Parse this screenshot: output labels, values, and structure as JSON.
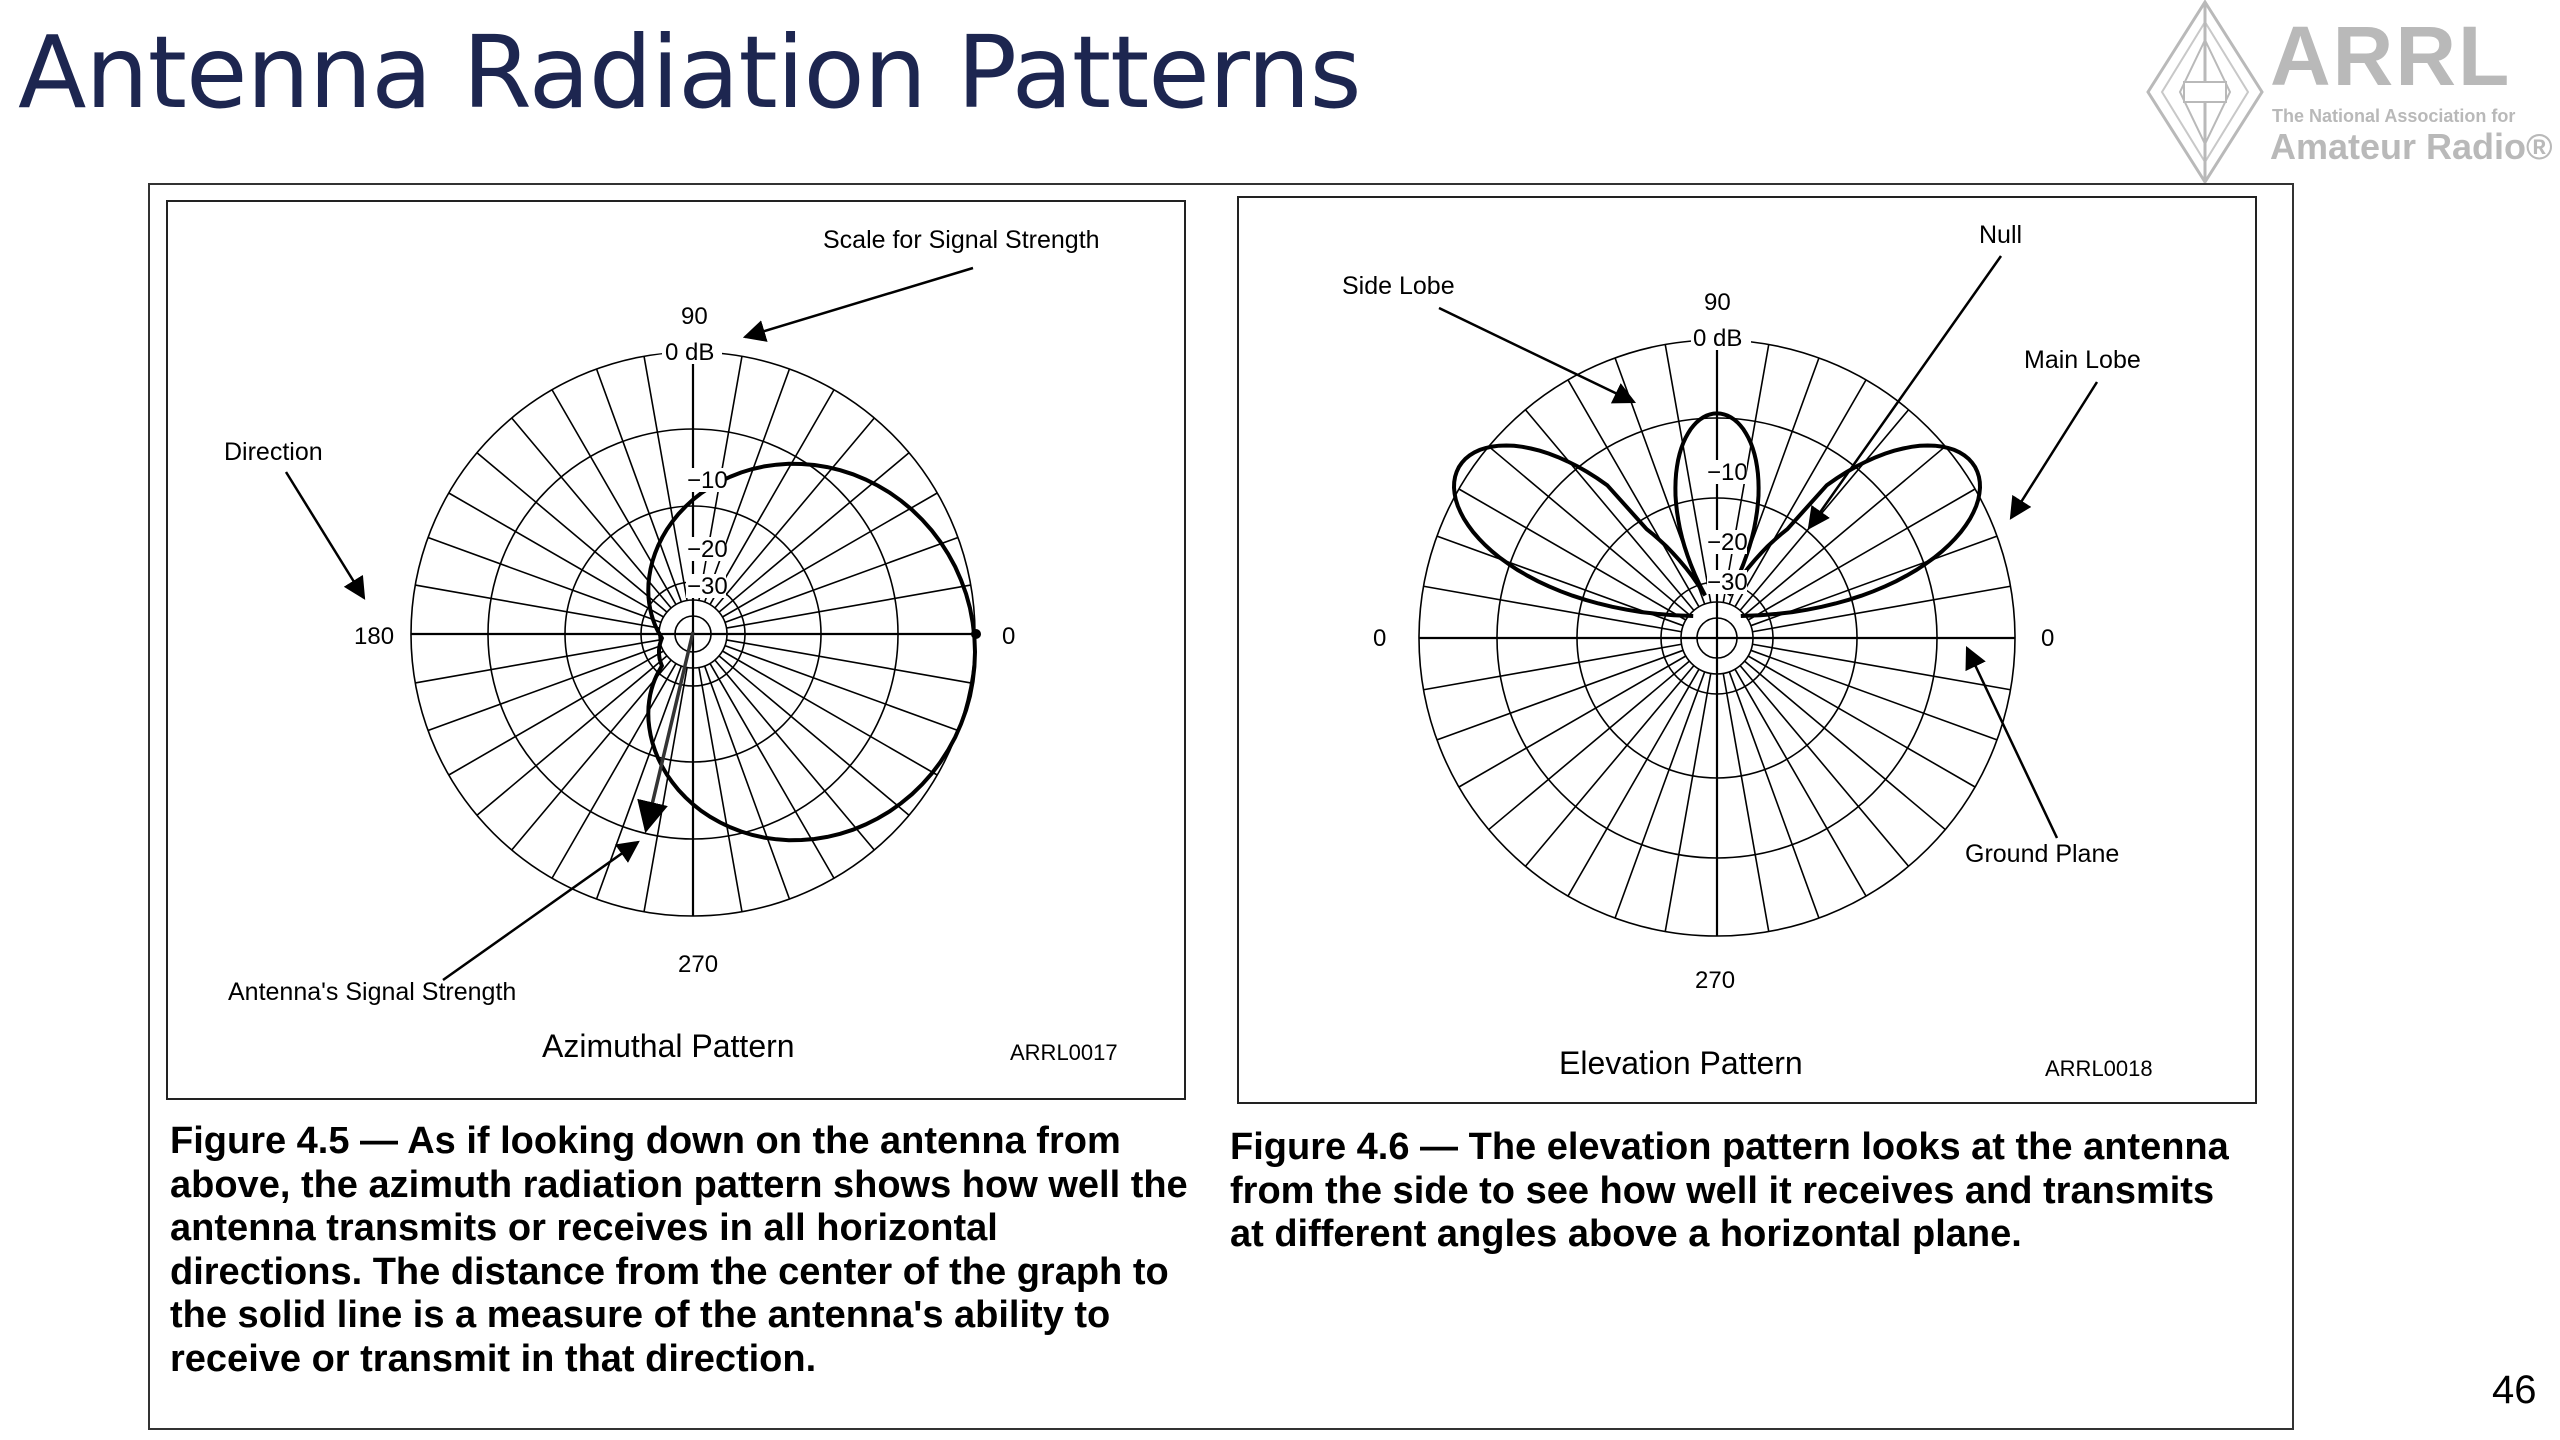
{
  "slide": {
    "title": "Antenna Radiation Patterns",
    "page_number": "46"
  },
  "logo": {
    "name": "ARRL",
    "tagline_line1": "The National Association for",
    "tagline_line2": "Amateur Radio®",
    "color": "#b9b9b9"
  },
  "figures": {
    "azimuthal": {
      "title": "Azimuthal Pattern",
      "code": "ARRL0017",
      "angle_labels": {
        "top": "90",
        "left": "180",
        "right": "0",
        "bottom": "270"
      },
      "db_labels": [
        "0 dB",
        "−10",
        "−20",
        "−30"
      ],
      "annotations": {
        "scale": "Scale for Signal Strength",
        "direction": "Direction",
        "signal": "Antenna's Signal Strength"
      },
      "caption": "Figure 4.5 — As if looking down on the antenna from above, the azimuth radiation pattern shows how well the antenna transmits or receives in all horizontal directions. The distance from the center of the graph to the solid line is a measure of the antenna's ability to receive or transmit in that direction."
    },
    "elevation": {
      "title": "Elevation Pattern",
      "code": "ARRL0018",
      "angle_labels": {
        "top": "90",
        "left": "0",
        "right": "0",
        "bottom": "270"
      },
      "db_labels": [
        "0 dB",
        "−10",
        "−20",
        "−30"
      ],
      "annotations": {
        "side_lobe": "Side Lobe",
        "null": "Null",
        "main_lobe": "Main Lobe",
        "ground_plane": "Ground Plane"
      },
      "caption": "Figure 4.6 — The elevation pattern looks at the antenna from the side to see how well it receives and transmits at different angles above a horizontal plane."
    }
  }
}
